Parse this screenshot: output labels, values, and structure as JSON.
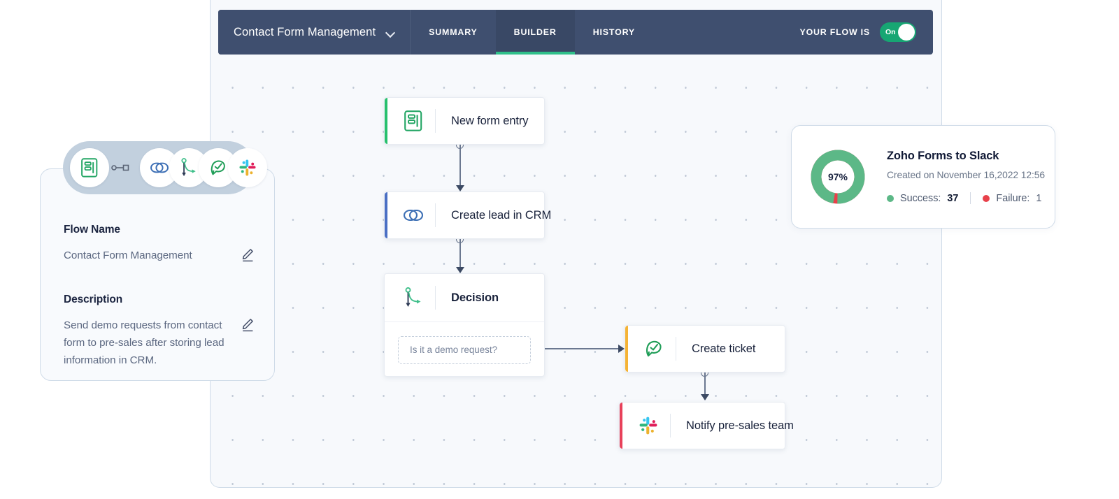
{
  "header": {
    "flow_name": "Contact Form Management",
    "dropdown_icon": "chevron-down-icon",
    "tabs": [
      {
        "label": "SUMMARY",
        "active": false
      },
      {
        "label": "BUILDER",
        "active": true
      },
      {
        "label": "HISTORY",
        "active": false
      }
    ],
    "flow_state_label": "YOUR FLOW IS",
    "toggle_value": "On",
    "toggle_state": "on",
    "bar_color": "#3f4f6f",
    "active_tab_underline_color": "#2fc08a",
    "toggle_color": "#17a673"
  },
  "info_panel": {
    "icons": [
      {
        "name": "zoho-forms-icon",
        "color": "#24a665"
      },
      {
        "name": "connector-icon",
        "color": "#5a6madness"
      },
      {
        "name": "zoho-crm-link-icon",
        "color": "#3d6fb5"
      },
      {
        "name": "decision-branch-icon",
        "color": "#3fbf8a"
      },
      {
        "name": "zoho-desk-ticket-icon",
        "color": "#1f9d57"
      },
      {
        "name": "slack-icon",
        "color": "#e01e5a"
      }
    ],
    "flow_name_heading": "Flow Name",
    "flow_name_value": "Contact Form Management",
    "description_heading": "Description",
    "description_value": "Send demo requests from contact form to pre-sales after storing lead information in CRM.",
    "edit_icon": "pencil-icon"
  },
  "canvas": {
    "nodes": [
      {
        "id": "new-form-entry",
        "label": "New form entry",
        "icon": "zoho-forms-icon",
        "accent_color": "#27c06d"
      },
      {
        "id": "create-lead",
        "label": "Create lead in CRM",
        "icon": "zoho-crm-link-icon",
        "accent_color": "#4a6fc4"
      },
      {
        "id": "decision",
        "label": "Decision",
        "icon": "decision-branch-icon",
        "accent_color": "none",
        "condition": "Is it a demo request?"
      },
      {
        "id": "create-ticket",
        "label": "Create ticket",
        "icon": "zoho-desk-ticket-icon",
        "accent_color": "#f5b335"
      },
      {
        "id": "notify-pre-sales",
        "label": "Notify pre-sales team",
        "icon": "slack-icon",
        "accent_color": "#e8415a"
      }
    ]
  },
  "stats_card": {
    "title": "Zoho Forms to Slack",
    "created": "Created on November 16,2022 12:56",
    "percent_label": "97%",
    "success_label": "Success:",
    "success_value": "37",
    "failure_label": "Failure:",
    "failure_value": "1",
    "success_color": "#5cb887",
    "failure_color": "#e8414a"
  },
  "chart_data": {
    "type": "pie",
    "title": "Zoho Forms to Slack",
    "categories": [
      "Success",
      "Failure"
    ],
    "values": [
      37,
      1
    ],
    "colors": [
      "#5cb887",
      "#e8414a"
    ],
    "center_label": "97%",
    "legend": "right"
  }
}
